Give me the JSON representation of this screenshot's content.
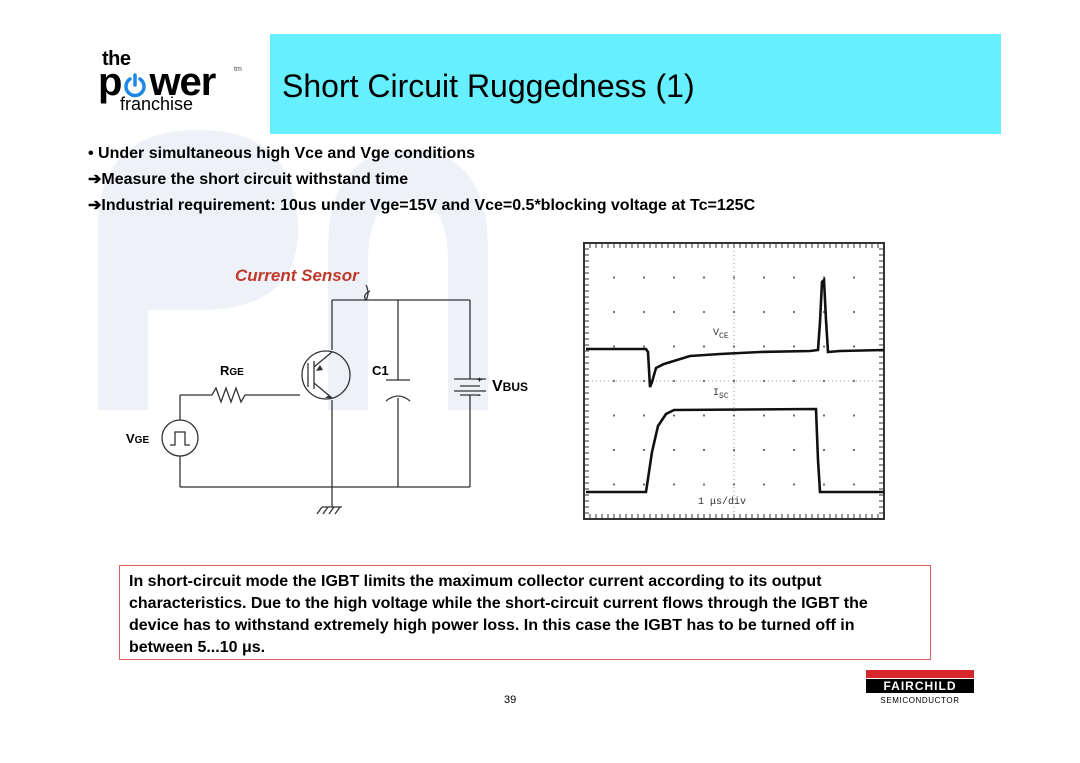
{
  "logo": {
    "the": "the",
    "power": "power",
    "tm": "tm",
    "franchise": "franchise"
  },
  "title": "Short Circuit Ruggedness (1)",
  "bullets": [
    "• Under simultaneous high Vce and Vge conditions",
    "➔Measure the short circuit withstand time",
    "➔Industrial requirement: 10us under Vge=15V and Vce=0.5*blocking voltage at Tc=125C"
  ],
  "circuit": {
    "current_sensor": "Current Sensor",
    "rge": "R",
    "rge_sub": "GE",
    "c1": "C1",
    "vbus": "V",
    "vbus_sub": "BUS",
    "vge": "V",
    "vge_sub": "GE",
    "plus": "+",
    "minus": "-"
  },
  "scope": {
    "vce_label": "V",
    "vce_sub": "CE",
    "isc_label": "I",
    "isc_sub": "SC",
    "timebase": "1 μs/div"
  },
  "note": "In short-circuit mode the IGBT limits the maximum collector current according to its output characteristics. Due to the high voltage while the short-circuit current flows through the IGBT the device has to withstand extremely high power loss. In this case the IGBT has to be turned off in between 5...10 μs.",
  "page_number": "39",
  "fairchild": {
    "name": "FAIRCHILD",
    "sub": "SEMICONDUCTOR"
  },
  "colors": {
    "title_bar": "#66f0ff",
    "sensor_label": "#c0392b",
    "note_border": "#e06060",
    "logo_icon": "#1e88e5",
    "fairchild_red": "#d8262d"
  }
}
